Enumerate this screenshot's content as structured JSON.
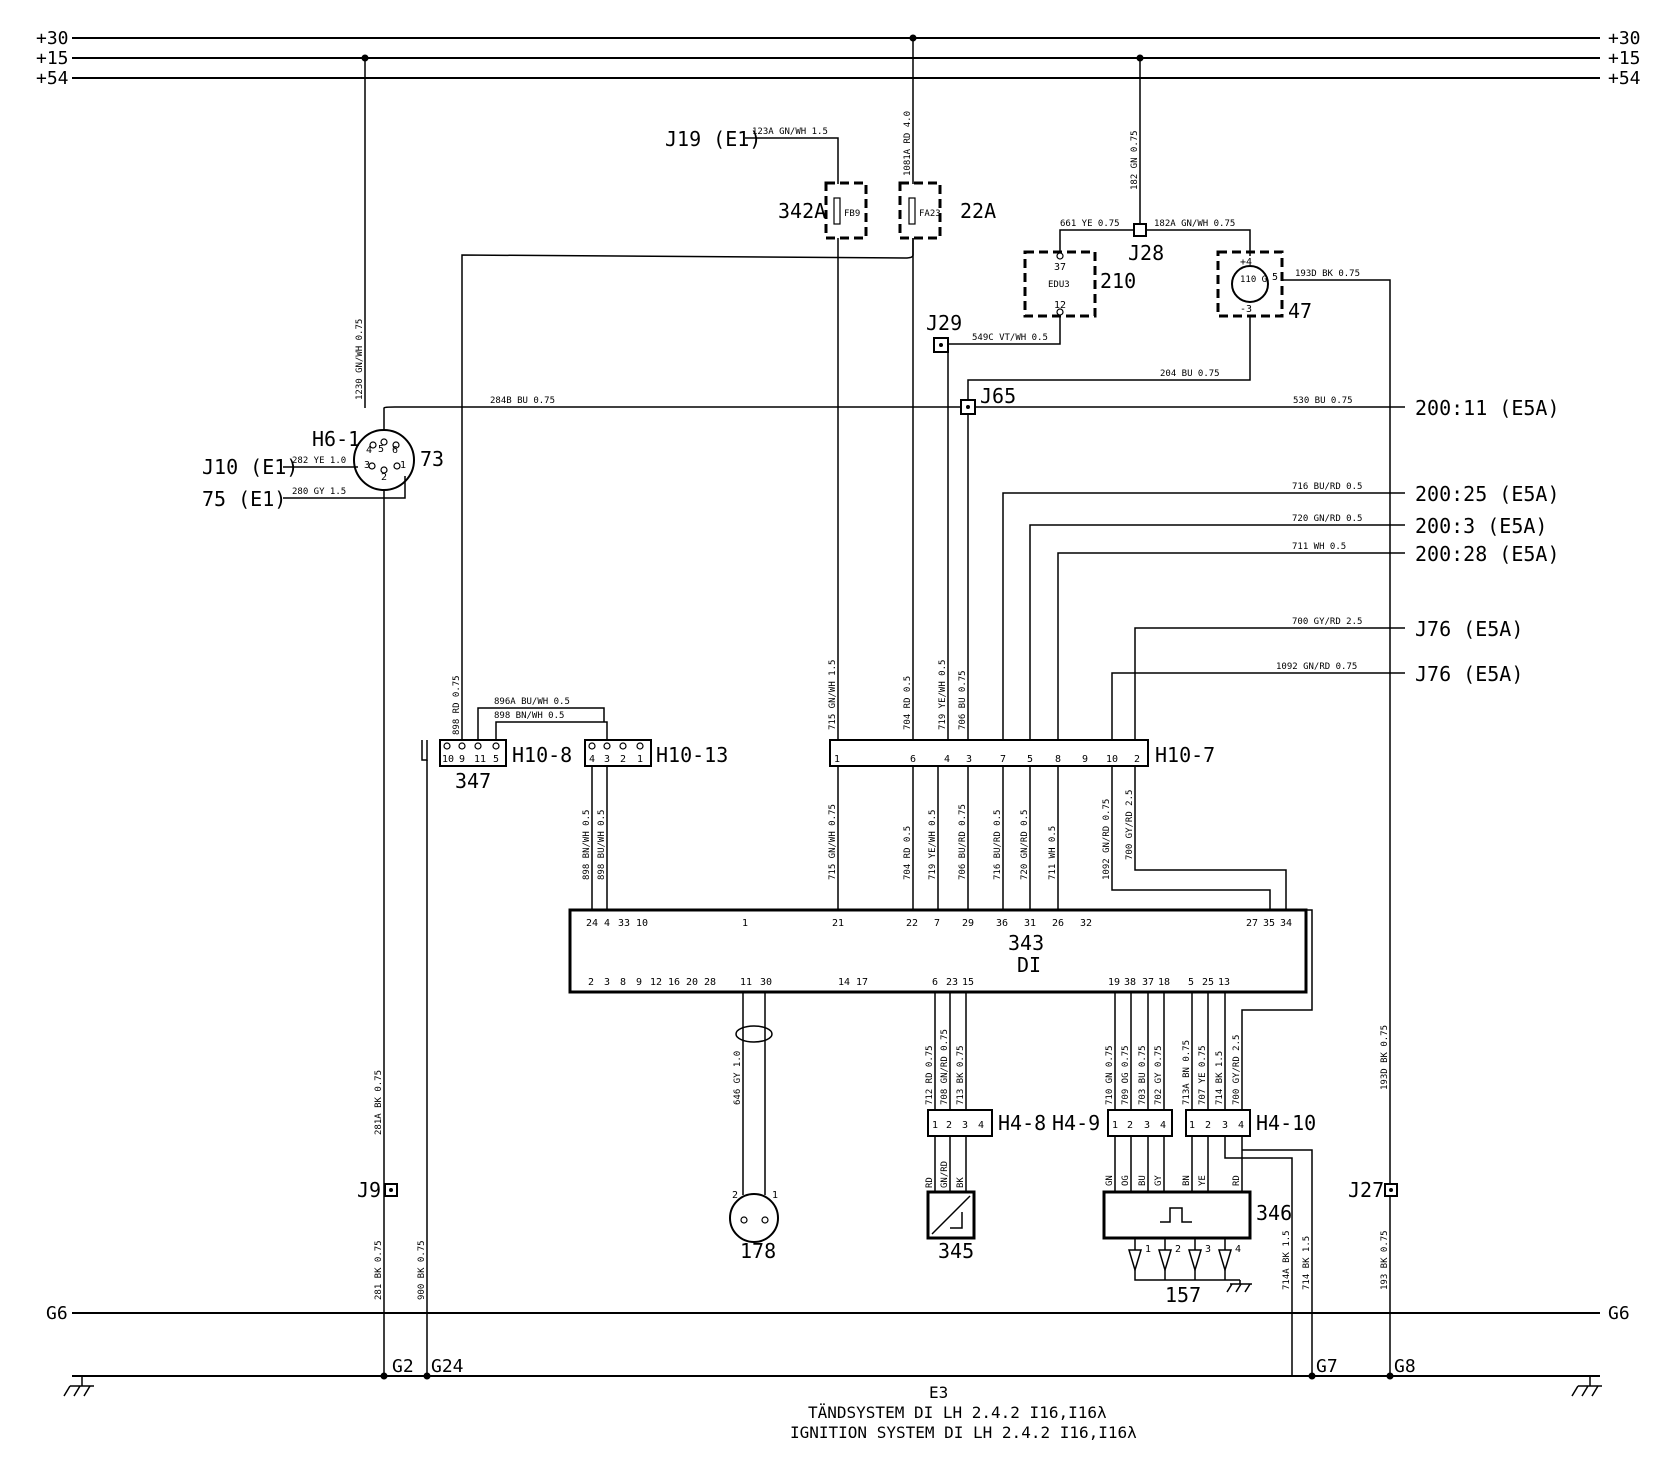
{
  "rails": {
    "p30": "+30",
    "p15": "+15",
    "p54": "+54",
    "g6": "G6"
  },
  "refs": {
    "j19": "J19 (E1)",
    "j10": "J10 (E1)",
    "r75": "75 (E1)",
    "r200_11": "200:11 (E5A)",
    "r200_25": "200:25 (E5A)",
    "r200_3": "200:3 (E5A)",
    "r200_28": "200:28 (E5A)",
    "j76a": "J76 (E5A)",
    "j76b": "J76 (E5A)"
  },
  "components": {
    "c342a": "342A",
    "fuse_fb9": "FB9",
    "c22a": "22A",
    "fuse_fa23": "FA23",
    "c210": "210",
    "edu3": "EDU3",
    "c47": "47",
    "c47_core": "110 G",
    "c73": "73",
    "h6_1": "H6-1",
    "c343": "343",
    "di": "DI",
    "c347": "347",
    "h10_8": "H10-8",
    "h10_13": "H10-13",
    "h10_7": "H10-7",
    "h4_8": "H4-8",
    "h4_9": "H4-9",
    "h4_10": "H4-10",
    "c178": "178",
    "c345": "345",
    "c346": "346",
    "c157": "157"
  },
  "junctions": {
    "j28": "J28",
    "j29": "J29",
    "j65": "J65",
    "j9": "J9",
    "j27": "J27"
  },
  "grounds": {
    "g2": "G2",
    "g24": "G24",
    "g7": "G7",
    "g8": "G8"
  },
  "wires": {
    "w123a": "123A GN/WH 1.5",
    "w1081a": "1081A RD 4.0",
    "w182": "182 GN 0.75",
    "w661": "661 YE 0.75",
    "w182a": "182A GN/WH 0.75",
    "w193d": "193D BK 0.75",
    "w549c": "549C VT/WH 0.5",
    "w204": "204 BU 0.75",
    "w284b": "284B BU 0.75",
    "w530": "530 BU 0.75",
    "w1230": "1230 GN/WH 0.75",
    "w282": "282 YE 1.0",
    "w280": "280 GY 1.5",
    "w716t": "716 BU/RD 0.5",
    "w720t": "720 GN/RD 0.5",
    "w711t": "711 WH 0.5",
    "w700t": "700 GY/RD 2.5",
    "w1092t": "1092 GN/RD 0.75",
    "w898": "898 RD 0.75",
    "w896a": "896A BU/WH 0.5",
    "w898b": "898 BN/WH 0.5",
    "w715": "715 GN/WH 1.5",
    "w704": "704 RD 0.5",
    "w719": "719 YE/WH 0.5",
    "w706": "706 BU 0.75",
    "w898l": "898 BN/WH 0.5",
    "w898m": "898 BU/WH 0.5",
    "w715l": "715 GN/WH 0.75",
    "w704l": "704 RD 0.5",
    "w719l": "719 YE/WH 0.5",
    "w706l": "706 BU/RD 0.75",
    "w716l": "716 BU/RD 0.5",
    "w720l": "720 GN/RD 0.5",
    "w711l": "711 WH 0.5",
    "w1092l": "1092 GN/RD 0.75",
    "w700l": "700 GY/RD 2.5",
    "w646": "646 GY 1.0",
    "w712": "712 RD 0.75",
    "w708": "708 GN/RD 0.75",
    "w713": "713 BK 0.75",
    "w710": "710 GN 0.75",
    "w709": "709 OG 0.75",
    "w703": "703 BU 0.75",
    "w702": "702 GY 0.75",
    "w713a": "713A BN 0.75",
    "w707": "707 YE 0.75",
    "w714": "714 BK 1.5",
    "w700b": "700 GY/RD 2.5",
    "w193": "193D BK 0.75",
    "w193b": "193 BK 0.75",
    "w281a": "281A BK 0.75",
    "w281": "281 BK 0.75",
    "w900": "900 BK 0.75",
    "w714a": "714A BK 1.5",
    "w714b": "714 BK 1.5"
  },
  "pins": {
    "top343": [
      "24",
      "4",
      "33",
      "10",
      "1",
      "21",
      "22",
      "7",
      "29",
      "36",
      "31",
      "26",
      "32",
      "27",
      "35",
      "34"
    ],
    "bot343": [
      "2",
      "3",
      "8",
      "9",
      "12",
      "16",
      "20",
      "28",
      "11",
      "30",
      "14",
      "17",
      "6",
      "23",
      "15",
      "19",
      "38",
      "37",
      "18",
      "5",
      "25",
      "13"
    ],
    "h10_7": [
      "1",
      "6",
      "4",
      "3",
      "7",
      "5",
      "8",
      "9",
      "10",
      "2"
    ],
    "h10_8": [
      "10",
      "9",
      "11",
      "5"
    ],
    "h10_13": [
      "4",
      "3",
      "2",
      "1"
    ],
    "h4": [
      "1",
      "2",
      "3",
      "4"
    ],
    "h6": [
      "4",
      "5",
      "6",
      "3",
      "2",
      "1"
    ],
    "c178": [
      "2",
      "1"
    ],
    "c157": [
      "1",
      "2",
      "3",
      "4"
    ],
    "c47": [
      "+4",
      "5",
      "-3"
    ],
    "c210": [
      "37",
      "12"
    ],
    "c345_wires": [
      "RD",
      "GN/RD",
      "BK"
    ],
    "c346_wires": [
      "GN",
      "OG",
      "BU",
      "GY",
      "BN",
      "YE",
      "RD"
    ]
  },
  "footer": {
    "code": "E3",
    "title_sv": "TÄNDSYSTEM DI LH 2.4.2 I16,I16λ",
    "title_en": "IGNITION SYSTEM DI LH 2.4.2 I16,I16λ"
  }
}
